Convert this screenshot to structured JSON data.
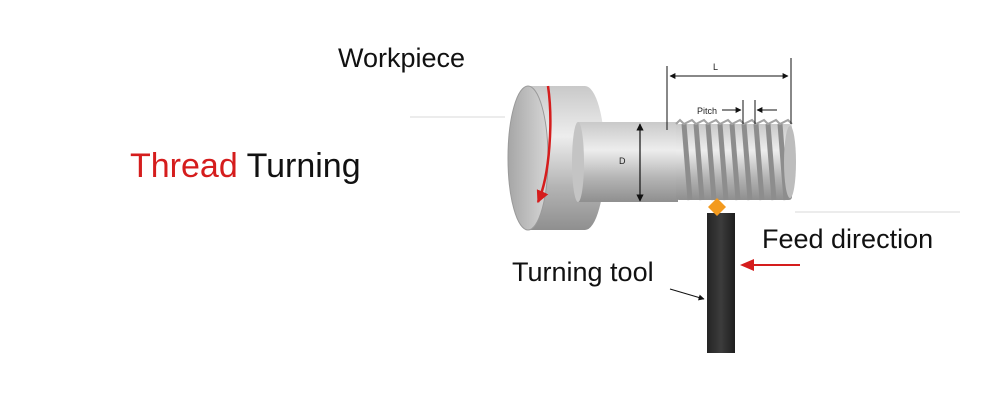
{
  "title": {
    "part1": "Thread",
    "part2": "Turning"
  },
  "labels": {
    "workpiece": "Workpiece",
    "feed_direction": "Feed direction",
    "turning_tool": "Turning tool",
    "length": "L",
    "pitch": "Pitch",
    "diameter": "D"
  },
  "colors": {
    "title_accent": "#d51d1d",
    "feed_arrow": "#d51d1d",
    "rotation_arrow": "#d51d1d",
    "insert": "#f39a1e",
    "tool": "#2f2f2f",
    "metal": "#b9b9b9"
  }
}
